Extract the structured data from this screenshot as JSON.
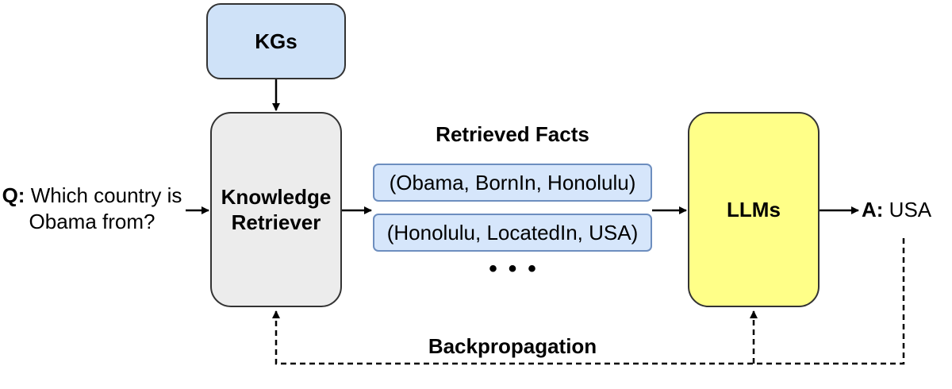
{
  "nodes": {
    "kgs": "KGs",
    "retriever": "Knowledge Retriever",
    "llms": "LLMs"
  },
  "question": {
    "prefix": "Q:",
    "text": "Which country is Obama from?"
  },
  "facts": {
    "heading": "Retrieved Facts",
    "items": [
      "(Obama, BornIn, Honolulu)",
      "(Honolulu, LocatedIn, USA)"
    ],
    "ellipsis": "•••"
  },
  "answer": {
    "prefix": "A:",
    "text": "USA"
  },
  "feedback": {
    "label": "Backpropagation"
  },
  "colors": {
    "kgs_fill": "#cfe2f8",
    "retriever_fill": "#ececec",
    "llms_fill": "#ffff88",
    "fact_fill": "#d6e6fb",
    "fact_border": "#6d8ebf"
  }
}
